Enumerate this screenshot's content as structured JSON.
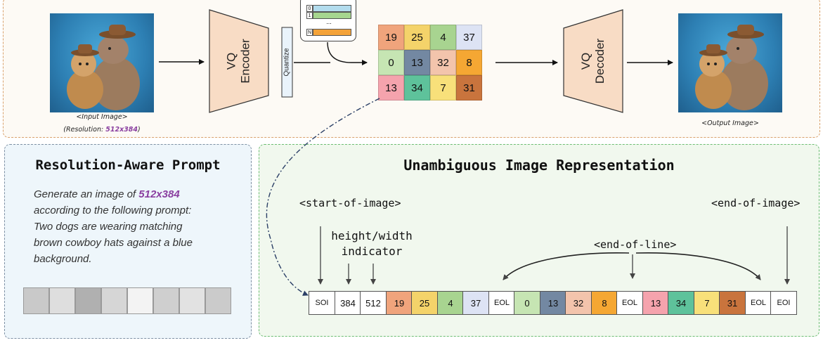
{
  "top": {
    "input_caption": "<Input Image>",
    "resolution_prefix": "(Resolution: ",
    "resolution_value": "512x384",
    "resolution_suffix": ")",
    "output_caption": "<Output Image>",
    "encoder_label_1": "VQ",
    "encoder_label_2": "Encoder",
    "quantize_label": "Quantize",
    "decoder_label_1": "VQ",
    "decoder_label_2": "Decoder",
    "codebook": {
      "rows": [
        {
          "index": "0",
          "color": "#b2dcee"
        },
        {
          "index": "1",
          "color": "#a6d68f"
        },
        {
          "index": "N",
          "color": "#f4a33a"
        }
      ],
      "ellipsis": "..."
    },
    "grid": [
      {
        "value": "19",
        "color": "#f0a47c"
      },
      {
        "value": "25",
        "color": "#f4d36a"
      },
      {
        "value": "4",
        "color": "#a8d490"
      },
      {
        "value": "37",
        "color": "#dde3f4"
      },
      {
        "value": "0",
        "color": "#c6e5b3"
      },
      {
        "value": "13",
        "color": "#7388a2"
      },
      {
        "value": "32",
        "color": "#f3c4ac"
      },
      {
        "value": "8",
        "color": "#f5a733"
      },
      {
        "value": "13",
        "color": "#f5a3ad"
      },
      {
        "value": "34",
        "color": "#5ec29b"
      },
      {
        "value": "7",
        "color": "#f8e07a"
      },
      {
        "value": "31",
        "color": "#c9743d"
      }
    ]
  },
  "prompt_panel": {
    "title": "Resolution-Aware Prompt",
    "line1_prefix": "Generate an image of ",
    "line1_value": "512x384",
    "line2": "according to the following prompt:",
    "line3": "Two dogs are wearing matching",
    "line4": "brown cowboy hats against a blue",
    "line5": "background.",
    "embedding_colors": [
      "#c9c9c9",
      "#dedede",
      "#b0b0b0",
      "#d6d6d6",
      "#f3f3f3",
      "#cfcfcf",
      "#e2e2e2",
      "#cbcbcb"
    ]
  },
  "representation_panel": {
    "title": "Unambiguous Image Representation",
    "start_label": "<start-of-image>",
    "hw_label_1": "height/width",
    "hw_label_2": "indicator",
    "eol_label": "<end-of-line>",
    "end_label": "<end-of-image>",
    "tokens": [
      {
        "text": "SOI",
        "color": "#ffffff",
        "small": true
      },
      {
        "text": "384",
        "color": "#ffffff",
        "small": false
      },
      {
        "text": "512",
        "color": "#ffffff",
        "small": false
      },
      {
        "text": "19",
        "color": "#f0a47c",
        "small": false
      },
      {
        "text": "25",
        "color": "#f4d36a",
        "small": false
      },
      {
        "text": "4",
        "color": "#a8d490",
        "small": false
      },
      {
        "text": "37",
        "color": "#dde3f4",
        "small": false
      },
      {
        "text": "EOL",
        "color": "#ffffff",
        "small": true
      },
      {
        "text": "0",
        "color": "#c6e5b3",
        "small": false
      },
      {
        "text": "13",
        "color": "#7388a2",
        "small": false
      },
      {
        "text": "32",
        "color": "#f3c4ac",
        "small": false
      },
      {
        "text": "8",
        "color": "#f5a733",
        "small": false
      },
      {
        "text": "EOL",
        "color": "#ffffff",
        "small": true
      },
      {
        "text": "13",
        "color": "#f5a3ad",
        "small": false
      },
      {
        "text": "34",
        "color": "#5ec29b",
        "small": false
      },
      {
        "text": "7",
        "color": "#f8e07a",
        "small": false
      },
      {
        "text": "31",
        "color": "#c9743d",
        "small": false
      },
      {
        "text": "EOL",
        "color": "#ffffff",
        "small": true
      },
      {
        "text": "EOI",
        "color": "#ffffff",
        "small": true
      }
    ]
  }
}
